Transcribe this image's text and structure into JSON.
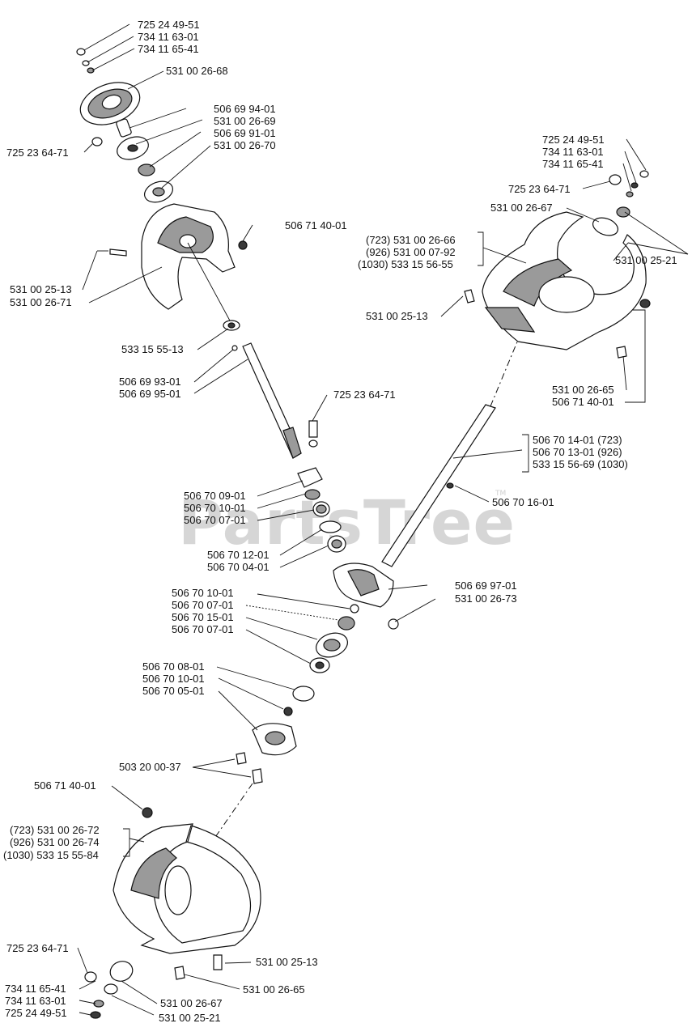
{
  "watermark": "PartsTree",
  "trademark": "TM",
  "labels": {
    "l01": "725 24 49-51",
    "l02": "734 11 63-01",
    "l03": "734 11 65-41",
    "l04": "531 00 26-68",
    "l05": "506 69 94-01",
    "l06": "531 00 26-69",
    "l07": "506 69 91-01",
    "l08": "531 00 26-70",
    "l09": "725 23 64-71",
    "l10": "506 71 40-01",
    "l11": "531 00 25-13",
    "l12": "531 00 26-71",
    "l13": "533 15 55-13",
    "l14": "506 69 93-01",
    "l15": "506 69 95-01",
    "l16": "725 23 64-71",
    "l17": "506 70 09-01",
    "l18": "506 70 10-01",
    "l19": "506 70 07-01",
    "l20": "506 70 12-01",
    "l21": "506 70 04-01",
    "l22": "506 70 10-01",
    "l23": "506 70 07-01",
    "l24": "506 70 15-01",
    "l25": "506 70 07-01",
    "l26": "506 70 08-01",
    "l27": "506 70 10-01",
    "l28": "506 70 05-01",
    "l29": "503 20 00-37",
    "l30": "506 71 40-01",
    "l31": "(723) 531 00 26-72",
    "l32": "(926) 531 00 26-74",
    "l33": "(1030) 533 15 55-84",
    "l34": "725 23 64-71",
    "l35": "734 11 65-41",
    "l36": "734 11 63-01",
    "l37": "725 24 49-51",
    "l38": "531 00 25-13",
    "l39": "531 00 26-65",
    "l40": "531 00 26-67",
    "l41": "531 00 25-21",
    "l42": "725 24 49-51",
    "l43": "734 11 63-01",
    "l44": "734 11 65-41",
    "l45": "725 23 64-71",
    "l46": "531 00 26-67",
    "l47": "(723) 531 00 26-66",
    "l48": "(926) 531 00 07-92",
    "l49": "(1030) 533 15 56-55",
    "l50": "531 00 25-21",
    "l51": "531 00 25-13",
    "l52": "531 00 26-65",
    "l53": "506 71 40-01",
    "l54": "506 70 14-01 (723)",
    "l55": "506 70 13-01 (926)",
    "l56": "533 15 56-69 (1030)",
    "l57": "506 70 16-01",
    "l58": "506 69 97-01",
    "l59": "531 00 26-73"
  }
}
